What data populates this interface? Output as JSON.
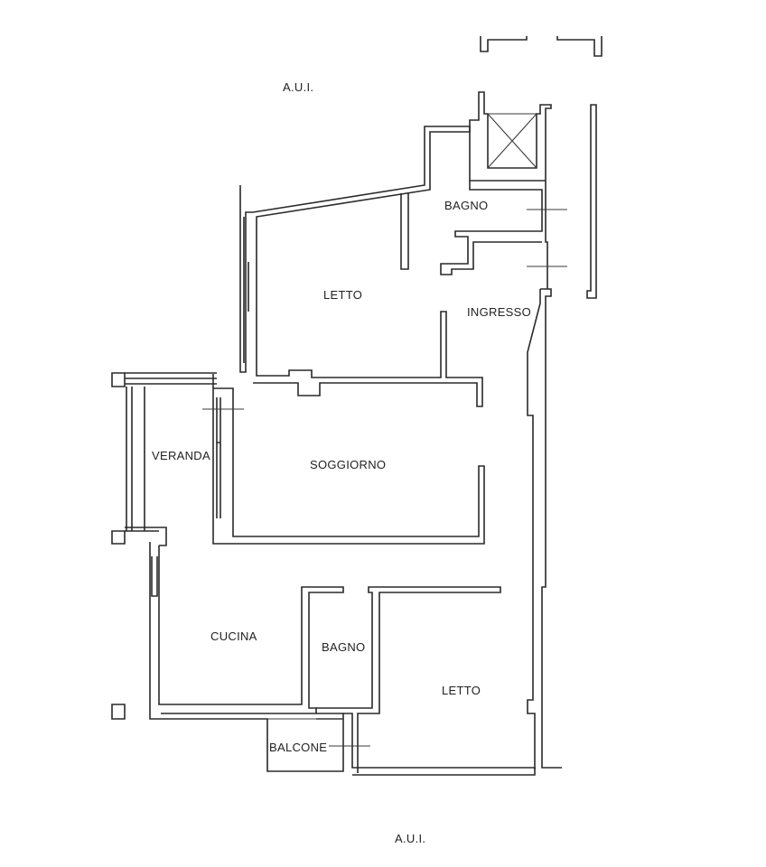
{
  "labels": {
    "aui_top": "A.U.I.",
    "aui_bottom": "A.U.I.",
    "bagno_top": "BAGNO",
    "letto_top": "LETTO",
    "ingresso": "INGRESSO",
    "veranda": "VERANDA",
    "soggiorno": "SOGGIORNO",
    "cucina": "CUCINA",
    "bagno_bottom": "BAGNO",
    "letto_bottom": "LETTO",
    "balcone": "BALCONE"
  }
}
